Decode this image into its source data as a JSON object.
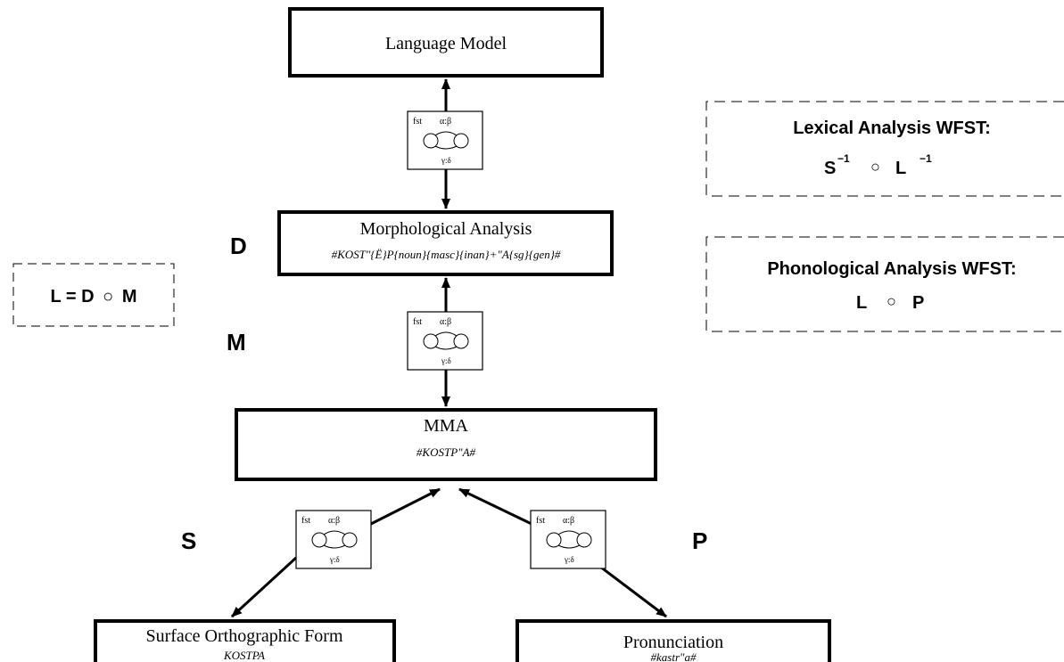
{
  "nodes": {
    "language_model": {
      "title": "Language Model"
    },
    "morph_analysis": {
      "title": "Morphological Analysis",
      "example": "#KOST\"{Ë}P{noun}{masc}{inan}+\"A{sg}{gen}#"
    },
    "mma": {
      "title": "MMA",
      "example": "#KOSTP\"A#"
    },
    "surface_form": {
      "title": "Surface Orthographic Form",
      "example": "KOSTPA"
    },
    "pronunciation": {
      "title": "Pronunciation",
      "example": "#kastr\"a#"
    }
  },
  "fst_icon": {
    "label": "fst",
    "top_arc": "α:β",
    "bottom_arc": "γ:δ"
  },
  "transducer_labels": {
    "D": "D",
    "M": "M",
    "S": "S",
    "P": "P"
  },
  "composition_note": {
    "lhs": "L = D",
    "op": "○",
    "rhs": "M"
  },
  "lexical_wfst": {
    "title": "Lexical Analysis WFST:",
    "s": "S",
    "sup1": "−1",
    "op": "○",
    "l": "L",
    "sup2": "−1"
  },
  "phonological_wfst": {
    "title": "Phonological Analysis WFST:",
    "l": "L",
    "op": "○",
    "p": "P"
  }
}
